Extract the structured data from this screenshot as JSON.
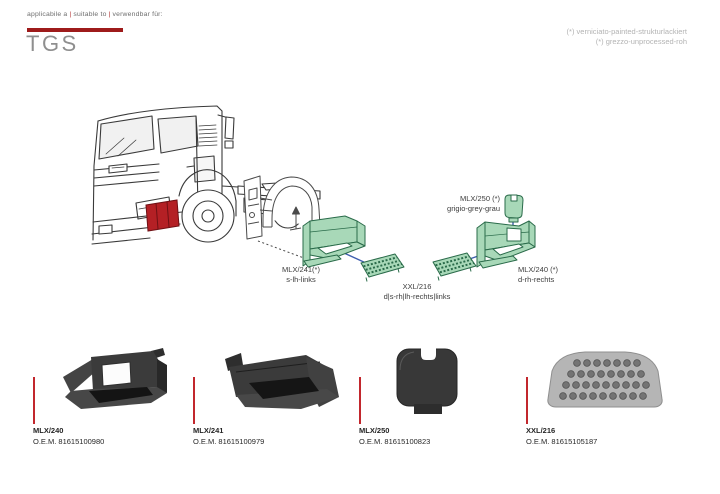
{
  "header": {
    "applicability": {
      "segments": [
        "applicabile a",
        "suitable to",
        "verwendbar für:"
      ],
      "separator": "|"
    },
    "model": "TGS",
    "notes": [
      "(*) verniciato-painted-strukturlackiert",
      "(*) grezzo-unprocessed-roh"
    ]
  },
  "diagram": {
    "labels": [
      {
        "code": "MLX/250 (*)",
        "desc": "grigio-grey-grau"
      },
      {
        "code": "MLX/241(*)",
        "desc": "s-lh-links"
      },
      {
        "code": "XXL/216",
        "desc": "d|s-rh|lh-rechts|links"
      },
      {
        "code": "MLX/240 (*)",
        "desc": "d-rh-rechts"
      }
    ]
  },
  "products": [
    {
      "code": "MLX/240",
      "oem": "O.E.M. 81615100980"
    },
    {
      "code": "MLX/241",
      "oem": "O.E.M. 81615100979"
    },
    {
      "code": "MLX/250",
      "oem": "O.E.M. 81615100823"
    },
    {
      "code": "XXL/216",
      "oem": "O.E.M. 81615105187"
    }
  ],
  "colors": {
    "accent_red": "#c2272d",
    "brand_bar_red": "#9e1b1b",
    "highlight_step_red": "#b42025",
    "part_green_fill": "#a8d8b8",
    "part_green_stroke": "#2a6b4a",
    "leader_blue": "#3f5fae",
    "muted_text": "#b3b3b3",
    "model_text": "#8f8f8f"
  }
}
